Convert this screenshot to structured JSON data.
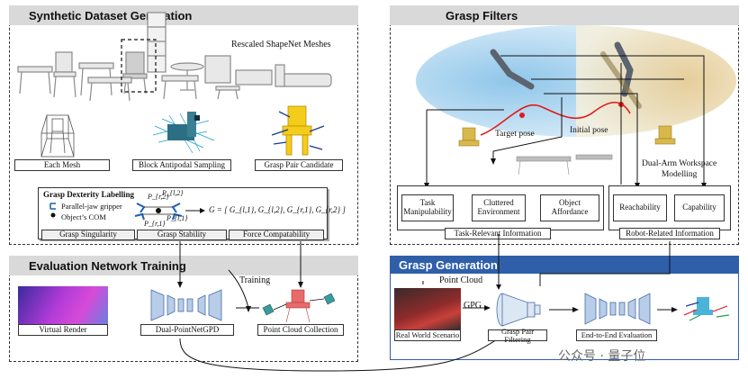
{
  "panels": {
    "synthetic_title": "Synthetic Dataset Generation",
    "filters_title": "Grasp Filters",
    "training_title": "Evaluation Network Training",
    "generation_title": "Grasp Generation"
  },
  "synthetic": {
    "meshes_caption": "Rescaled ShapeNet Meshes",
    "each_mesh": "Each Mesh",
    "block_sampling": "Block Antipodal Sampling",
    "grasp_pair_candidate": "Grasp Pair Candidate",
    "dexterity_title": "Grasp Dexterity Labelling",
    "legend_gripper": "Parallel-jaw gripper",
    "legend_com": "Object’s COM",
    "point_labels": [
      "P_{r,2}",
      "P_{l,2}",
      "P_{r,1}",
      "P_{l,1}"
    ],
    "formula": "G = [ G_{l,1}, G_{l,2}, G_{r,1}, G_{r,2} ]",
    "metrics": [
      "Grasp Singularity",
      "Grasp Stability",
      "Force Compatability"
    ]
  },
  "filters": {
    "target_pose": "Target pose",
    "initial_pose": "Initial pose",
    "workspace": "Dual-Arm Workspace\nModelling",
    "task_items": [
      "Task\nManipulability",
      "Cluttered\nEnvironment",
      "Object\nAffordance"
    ],
    "robot_items": [
      "Reachability",
      "Capability"
    ],
    "task_info": "Task-Relevant Information",
    "robot_info": "Robot-Related Information"
  },
  "training": {
    "training_label": "Training",
    "virtual_render": "Virtual Render",
    "dual_pointnet": "Dual-PointNetGPD",
    "point_cloud_collection": "Point Cloud Collection"
  },
  "generation": {
    "point_cloud": "Point Cloud",
    "gpg": "GPG",
    "real_world": "Real World Scenario",
    "grasp_pair_filtering": "Grasp Pair Filtering",
    "end_to_end": "End-to-End Evaluation"
  },
  "watermark": "公众号 · 量子位",
  "colors": {
    "generation_accent": "#2f5fa8",
    "title_gray": "#d9d9d9",
    "trajectory_red": "#e01b1b",
    "network_blue": "#b7cde8"
  }
}
